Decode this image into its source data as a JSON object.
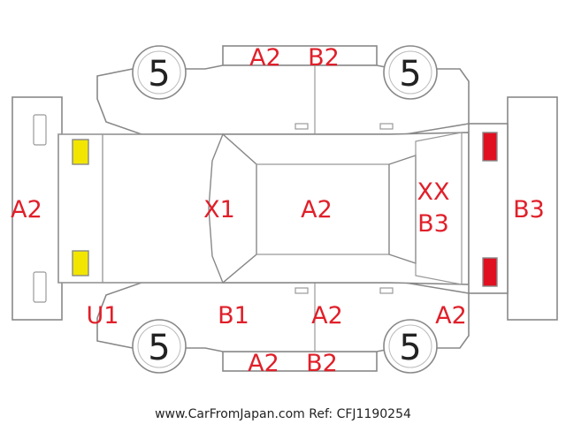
{
  "tires": {
    "front_left": "5",
    "front_right": "5",
    "rear_left": "5",
    "rear_right": "5"
  },
  "labels": {
    "top_door_left": "A2",
    "top_door_right": "B2",
    "front_bumper": "A2",
    "hood": "X1",
    "roof": "A2",
    "tailgate_top": "XX",
    "tailgate_bottom": "B3",
    "rear_bumper": "B3",
    "front_lower": "U1",
    "pillar": "B1",
    "bottom_door_middle": "A2",
    "rear_corner": "A2",
    "bottom_door_left": "A2",
    "bottom_door_right": "B2"
  },
  "colors": {
    "label": "#e0202a",
    "front_light": "#f2e600",
    "rear_light": "#e01020",
    "outline": "#888888"
  },
  "footer": "www.CarFromJapan.com Ref: CFJ1190254"
}
